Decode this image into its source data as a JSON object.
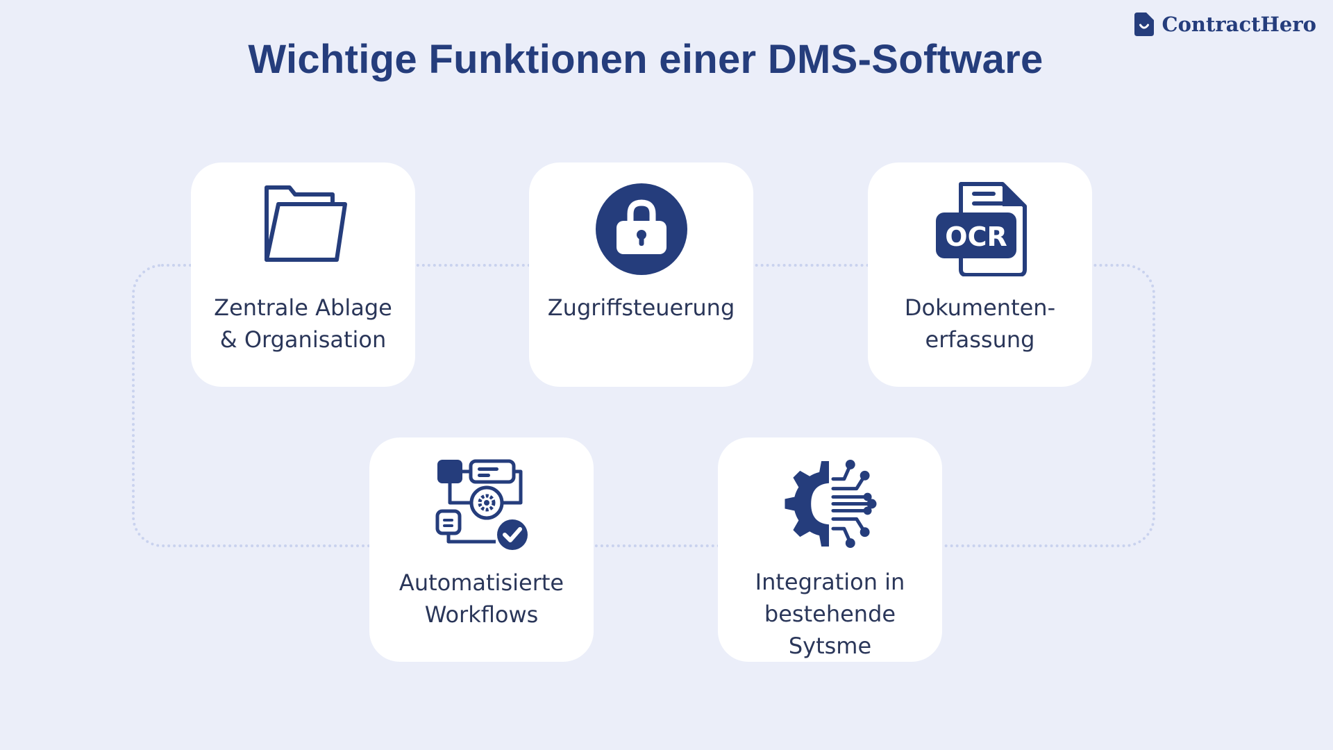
{
  "title": "Wichtige Funktionen einer DMS-Software",
  "brand": {
    "name": "ContractHero",
    "icon": "document-smile-icon"
  },
  "colors": {
    "background": "#ebeef9",
    "primary": "#253d7c",
    "card": "#ffffff",
    "text": "#2a3659",
    "connector": "#c9d2ee"
  },
  "features": [
    {
      "icon": "folder-icon",
      "label_lines": [
        "Zentrale Ablage",
        "& Organisation"
      ]
    },
    {
      "icon": "padlock-icon",
      "label_lines": [
        "Zugriffsteuerung"
      ]
    },
    {
      "icon": "ocr-document-icon",
      "label_lines": [
        "Dokumenten-",
        "erfassung"
      ],
      "icon_text": "OCR"
    },
    {
      "icon": "workflow-icon",
      "label_lines": [
        "Automatisierte",
        "Workflows"
      ]
    },
    {
      "icon": "gear-circuit-icon",
      "label_lines": [
        "Integration in",
        "bestehende",
        "Sytsme"
      ]
    }
  ]
}
